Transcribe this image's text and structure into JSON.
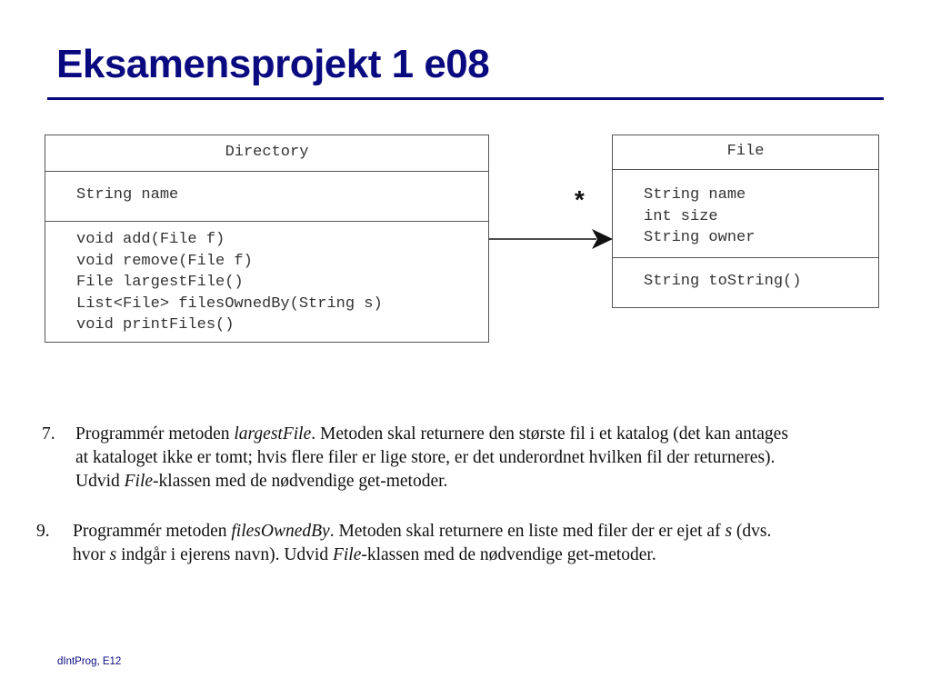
{
  "title": "Eksamensprojekt 1 e08",
  "diagram": {
    "directory": {
      "name": "Directory",
      "attributes": [
        "String name"
      ],
      "methods": [
        "void add(File f)",
        "void remove(File f)",
        "File largestFile()",
        "List<File> filesOwnedBy(String s)",
        "void printFiles()"
      ]
    },
    "file": {
      "name": "File",
      "attributes": [
        "String name",
        "int size",
        "String owner"
      ],
      "methods": [
        "String toString()"
      ]
    },
    "association": {
      "multiplicity": "*"
    }
  },
  "tasks": {
    "task7": {
      "number": "7.",
      "l1_a": "Programmér metoden ",
      "l1_em": "largestFile",
      "l1_b": ".  Metoden skal returnere den største fil i et katalog (det kan antages",
      "l2": "at kataloget ikke er tomt; hvis flere filer er lige store, er det underordnet hvilken fil der returneres).",
      "l3_a": "Udvid ",
      "l3_em": "File",
      "l3_b": "-klassen med de nødvendige get-metoder."
    },
    "task9": {
      "number": "9.",
      "l1_a": "Programmér metoden ",
      "l1_em": "filesOwnedBy",
      "l1_b": ".  Metoden skal returnere en liste med filer der er ejet af ",
      "l1_em2": "s",
      "l1_c": " (dvs.",
      "l2_a": "hvor ",
      "l2_em": "s",
      "l2_b": " indgår i ejerens navn). Udvid ",
      "l2_em2": "File",
      "l2_c": "-klassen med de nødvendige get-metoder."
    }
  },
  "footer": "dIntProg, E12"
}
